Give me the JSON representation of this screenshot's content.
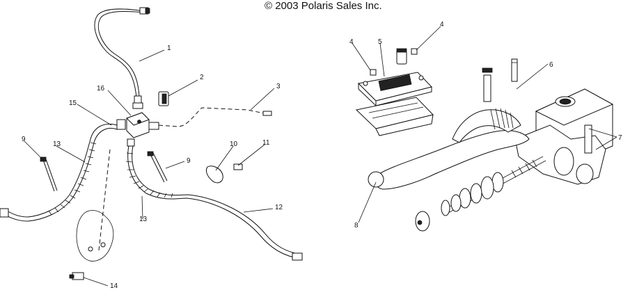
{
  "copyright": "© 2003 Polaris Sales Inc.",
  "callouts": {
    "c1": "1",
    "c2": "2",
    "c3": "3",
    "c4a": "4",
    "c4b": "4",
    "c5": "5",
    "c6": "6",
    "c7": "7",
    "c8": "8",
    "c9a": "9",
    "c9b": "9",
    "c10": "10",
    "c11": "11",
    "c12": "12",
    "c13a": "13",
    "c13b": "13",
    "c14": "14",
    "c15": "15",
    "c16": "16"
  }
}
